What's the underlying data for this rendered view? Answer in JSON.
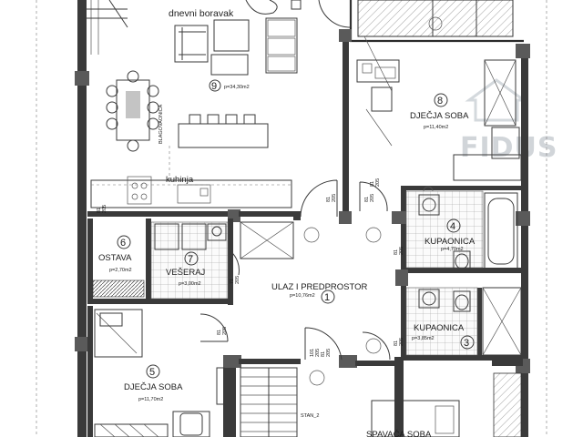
{
  "plan": {
    "rooms": [
      {
        "key": "dnevni",
        "name": "dnevni boravak",
        "num": "9",
        "area": "p=34,30m2"
      },
      {
        "key": "kuhinja",
        "name": "kuhinja",
        "num": "",
        "area": ""
      },
      {
        "key": "djecja_top",
        "name": "DJEČJA SOBA",
        "num": "8",
        "area": "p=11,40m2"
      },
      {
        "key": "kupaonica1",
        "name": "KUPAONICA",
        "num": "4",
        "area": "p=4,70m2"
      },
      {
        "key": "ostava",
        "name": "OSTAVA",
        "num": "6",
        "area": "p=2,70m2"
      },
      {
        "key": "veseraj",
        "name": "VEŠERAJ",
        "num": "7",
        "area": "p=3,00m2"
      },
      {
        "key": "ulaz",
        "name": "ULAZ I PREDPROSTOR",
        "num": "1",
        "area": "p=10,76m2"
      },
      {
        "key": "kupaonica2",
        "name": "KUPAONICA",
        "num": "3",
        "area": "p=3,85m2"
      },
      {
        "key": "djecja_bottom",
        "name": "DJEČJA SOBA",
        "num": "5",
        "area": "p=11,70m2"
      },
      {
        "key": "spavaca",
        "name": "SPAVAĆA SOBA",
        "num": "",
        "area": ""
      }
    ],
    "door_tags": [
      "81\n205",
      "81\n205",
      "81\n205",
      "81\n205",
      "71\n205",
      "81\n205",
      "81\n205",
      "101\n205",
      "81\n205",
      "81\n205"
    ],
    "stan_label": "STAN_2",
    "blagovaonica_label": "BLAGOVAONICA",
    "watermark": "FIDUS"
  }
}
